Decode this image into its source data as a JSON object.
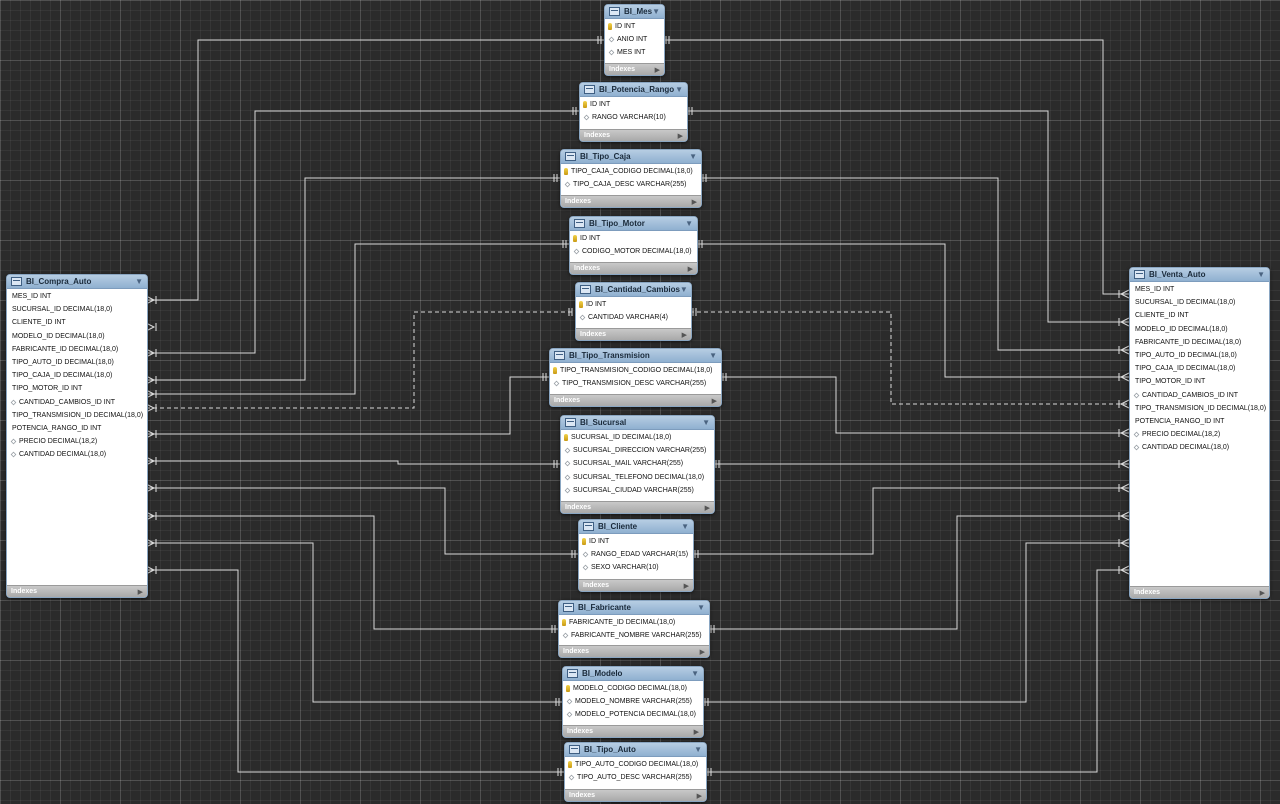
{
  "footer_label": "Indexes",
  "tables": {
    "mes": {
      "name": "BI_Mes",
      "columns": [
        {
          "text": "ID INT",
          "icon": "key"
        },
        {
          "text": "ANIO INT",
          "icon": "diamond"
        },
        {
          "text": "MES INT",
          "icon": "diamond"
        }
      ]
    },
    "potencia": {
      "name": "BI_Potencia_Rango",
      "columns": [
        {
          "text": "ID INT",
          "icon": "key"
        },
        {
          "text": "RANGO VARCHAR(10)",
          "icon": "diamond"
        }
      ]
    },
    "caja": {
      "name": "BI_Tipo_Caja",
      "columns": [
        {
          "text": "TIPO_CAJA_CODIGO DECIMAL(18,0)",
          "icon": "key"
        },
        {
          "text": "TIPO_CAJA_DESC VARCHAR(255)",
          "icon": "diamond"
        }
      ]
    },
    "motor": {
      "name": "BI_Tipo_Motor",
      "columns": [
        {
          "text": "ID INT",
          "icon": "key"
        },
        {
          "text": "CODIGO_MOTOR DECIMAL(18,0)",
          "icon": "diamond"
        }
      ]
    },
    "cambios": {
      "name": "BI_Cantidad_Cambios",
      "columns": [
        {
          "text": "ID INT",
          "icon": "key"
        },
        {
          "text": "CANTIDAD VARCHAR(4)",
          "icon": "diamond"
        }
      ]
    },
    "transmision": {
      "name": "BI_Tipo_Transmision",
      "columns": [
        {
          "text": "TIPO_TRANSMISION_CODIGO DECIMAL(18,0)",
          "icon": "key"
        },
        {
          "text": "TIPO_TRANSMISION_DESC VARCHAR(255)",
          "icon": "diamond"
        }
      ]
    },
    "sucursal": {
      "name": "BI_Sucursal",
      "columns": [
        {
          "text": "SUCURSAL_ID DECIMAL(18,0)",
          "icon": "key"
        },
        {
          "text": "SUCURSAL_DIRECCION VARCHAR(255)",
          "icon": "diamond"
        },
        {
          "text": "SUCURSAL_MAIL VARCHAR(255)",
          "icon": "diamond"
        },
        {
          "text": "SUCURSAL_TELEFONO DECIMAL(18,0)",
          "icon": "diamond"
        },
        {
          "text": "SUCURSAL_CIUDAD VARCHAR(255)",
          "icon": "diamond"
        }
      ]
    },
    "cliente": {
      "name": "BI_Cliente",
      "columns": [
        {
          "text": "ID INT",
          "icon": "key"
        },
        {
          "text": "RANGO_EDAD VARCHAR(15)",
          "icon": "diamond"
        },
        {
          "text": "SEXO VARCHAR(10)",
          "icon": "diamond"
        }
      ]
    },
    "fabricante": {
      "name": "BI_Fabricante",
      "columns": [
        {
          "text": "FABRICANTE_ID DECIMAL(18,0)",
          "icon": "key"
        },
        {
          "text": "FABRICANTE_NOMBRE VARCHAR(255)",
          "icon": "diamond"
        }
      ]
    },
    "modelo": {
      "name": "BI_Modelo",
      "columns": [
        {
          "text": "MODELO_CODIGO DECIMAL(18,0)",
          "icon": "key"
        },
        {
          "text": "MODELO_NOMBRE VARCHAR(255)",
          "icon": "diamond"
        },
        {
          "text": "MODELO_POTENCIA DECIMAL(18,0)",
          "icon": "diamond"
        }
      ]
    },
    "tipoauto": {
      "name": "BI_Tipo_Auto",
      "columns": [
        {
          "text": "TIPO_AUTO_CODIGO DECIMAL(18,0)",
          "icon": "key"
        },
        {
          "text": "TIPO_AUTO_DESC VARCHAR(255)",
          "icon": "diamond"
        }
      ]
    },
    "compra": {
      "name": "BI_Compra_Auto",
      "columns": [
        {
          "text": "MES_ID INT",
          "icon": "none"
        },
        {
          "text": "SUCURSAL_ID DECIMAL(18,0)",
          "icon": "none"
        },
        {
          "text": "CLIENTE_ID INT",
          "icon": "none"
        },
        {
          "text": "MODELO_ID DECIMAL(18,0)",
          "icon": "none"
        },
        {
          "text": "FABRICANTE_ID DECIMAL(18,0)",
          "icon": "none"
        },
        {
          "text": "TIPO_AUTO_ID DECIMAL(18,0)",
          "icon": "none"
        },
        {
          "text": "TIPO_CAJA_ID DECIMAL(18,0)",
          "icon": "none"
        },
        {
          "text": "TIPO_MOTOR_ID INT",
          "icon": "none"
        },
        {
          "text": "CANTIDAD_CAMBIOS_ID INT",
          "icon": "diamond"
        },
        {
          "text": "TIPO_TRANSMISION_ID DECIMAL(18,0)",
          "icon": "none"
        },
        {
          "text": "POTENCIA_RANGO_ID INT",
          "icon": "none"
        },
        {
          "text": "PRECIO DECIMAL(18,2)",
          "icon": "diamond"
        },
        {
          "text": "CANTIDAD DECIMAL(18,0)",
          "icon": "diamond"
        }
      ]
    },
    "venta": {
      "name": "BI_Venta_Auto",
      "columns": [
        {
          "text": "MES_ID INT",
          "icon": "none"
        },
        {
          "text": "SUCURSAL_ID DECIMAL(18,0)",
          "icon": "none"
        },
        {
          "text": "CLIENTE_ID INT",
          "icon": "none"
        },
        {
          "text": "MODELO_ID DECIMAL(18,0)",
          "icon": "none"
        },
        {
          "text": "FABRICANTE_ID DECIMAL(18,0)",
          "icon": "none"
        },
        {
          "text": "TIPO_AUTO_ID DECIMAL(18,0)",
          "icon": "none"
        },
        {
          "text": "TIPO_CAJA_ID DECIMAL(18,0)",
          "icon": "none"
        },
        {
          "text": "TIPO_MOTOR_ID INT",
          "icon": "none"
        },
        {
          "text": "CANTIDAD_CAMBIOS_ID INT",
          "icon": "diamond"
        },
        {
          "text": "TIPO_TRANSMISION_ID DECIMAL(18,0)",
          "icon": "none"
        },
        {
          "text": "POTENCIA_RANGO_ID INT",
          "icon": "none"
        },
        {
          "text": "PRECIO DECIMAL(18,2)",
          "icon": "diamond"
        },
        {
          "text": "CANTIDAD DECIMAL(18,0)",
          "icon": "diamond"
        }
      ]
    }
  }
}
